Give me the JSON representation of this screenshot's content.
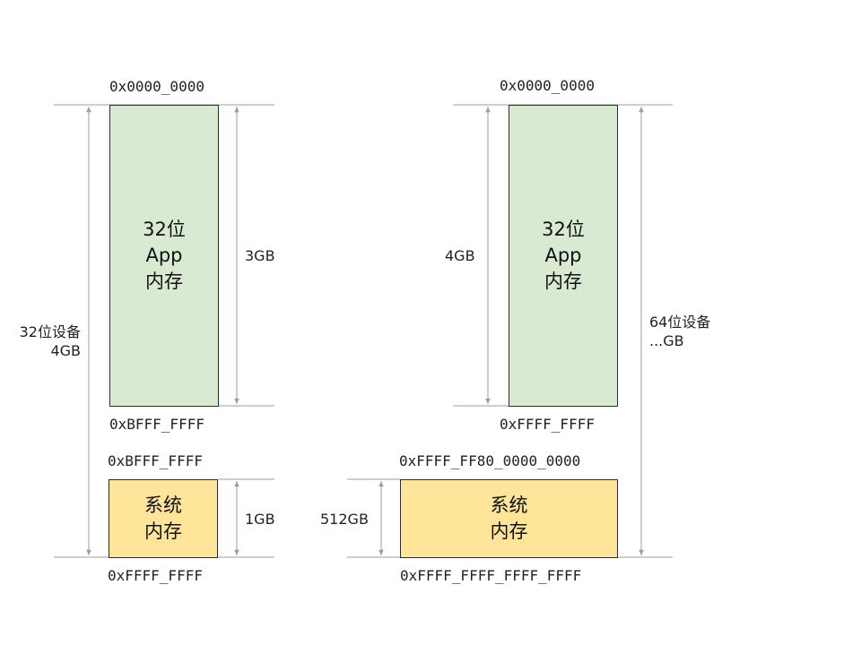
{
  "left": {
    "top_address": "0x0000_0000",
    "app_box": {
      "line1": "32位",
      "line2": "App",
      "line3": "内存"
    },
    "app_end_address": "0xBFFF_FFFF",
    "app_size": "3GB",
    "device_label_line1": "32位设备",
    "device_label_line2": "4GB",
    "system_start_address": "0xBFFF_FFFF",
    "system_box": {
      "line1": "系统",
      "line2": "内存"
    },
    "system_size": "1GB",
    "bottom_address": "0xFFFF_FFFF"
  },
  "right": {
    "top_address": "0x0000_0000",
    "app_box": {
      "line1": "32位",
      "line2": "App",
      "line3": "内存"
    },
    "app_end_address": "0xFFFF_FFFF",
    "app_size": "4GB",
    "device_label_line1": "64位设备",
    "device_label_line2": "...GB",
    "system_start_address": "0xFFFF_FF80_0000_0000",
    "system_box": {
      "line1": "系统",
      "line2": "内存"
    },
    "system_size": "512GB",
    "bottom_address": "0xFFFF_FFFF_FFFF_FFFF"
  },
  "colors": {
    "app": "#d9ead3",
    "system": "#ffe599",
    "line": "#9e9e9e"
  }
}
